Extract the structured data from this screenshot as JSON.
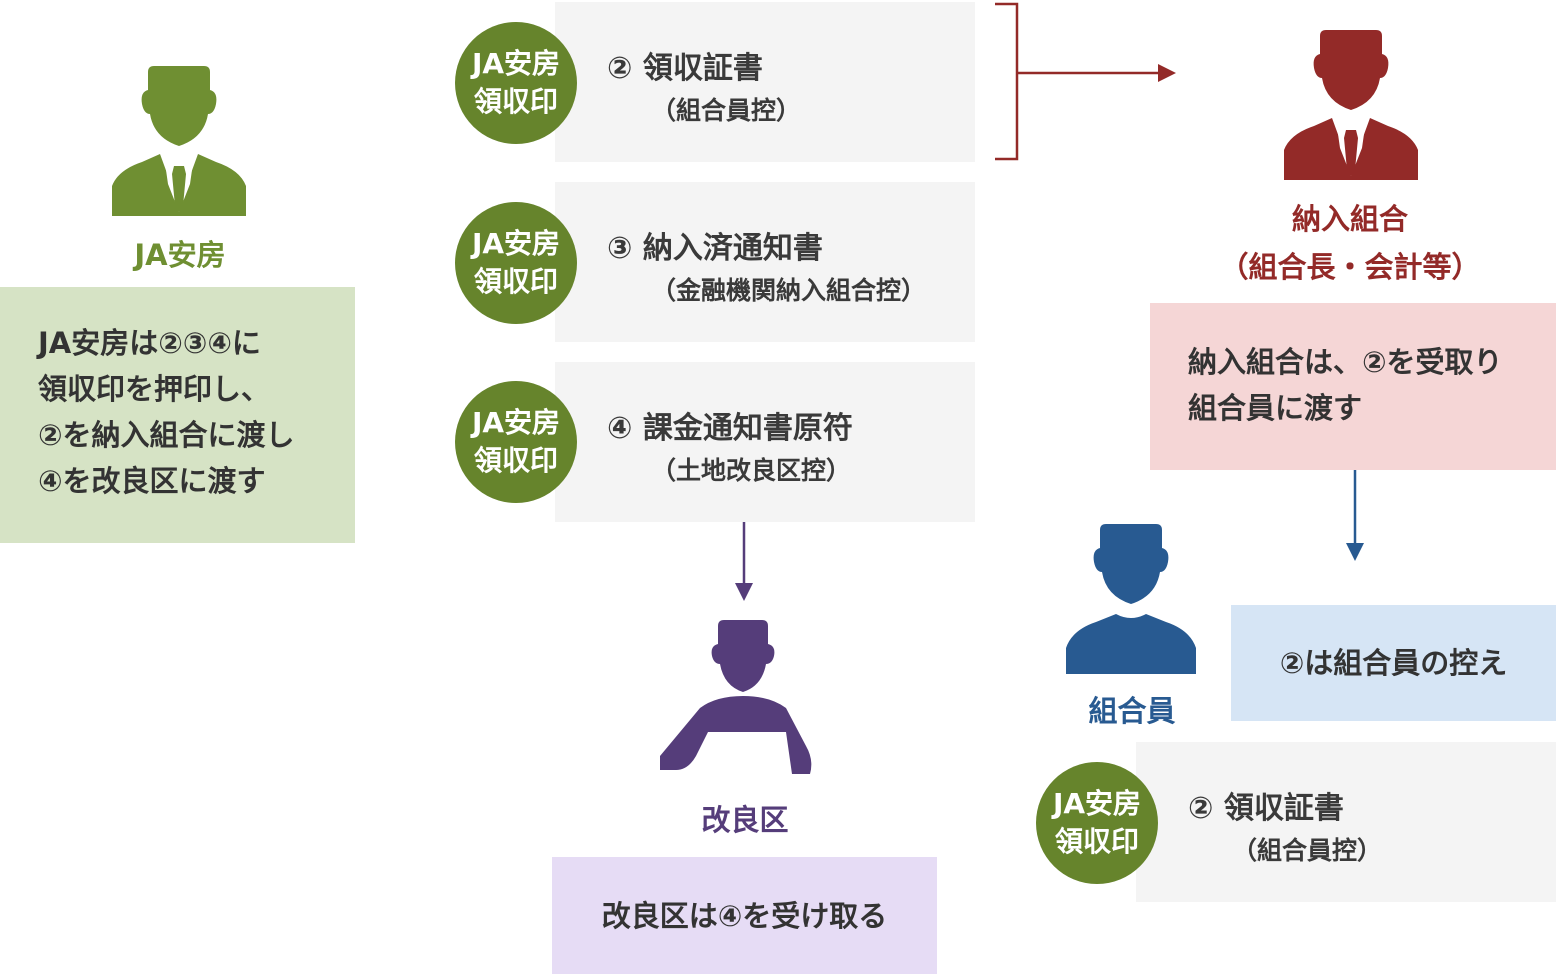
{
  "colors": {
    "ja_green": "#6f8f32",
    "stamp_green": "#66842c",
    "union_red": "#932a28",
    "member_blue": "#285a91",
    "district_purple": "#553d7a",
    "note_green_bg": "#d6e3c5",
    "note_red_bg": "#f5d6d6",
    "note_blue_bg": "#d6e5f5",
    "note_purple_bg": "#e6dcf5",
    "doc_bg": "#f4f4f4"
  },
  "actors": {
    "ja": {
      "label": "JA安房",
      "icon": "person-with-tie-icon"
    },
    "union": {
      "label_line1": "納入組合",
      "label_line2": "（組合長・会計等）",
      "icon": "person-with-tie-icon"
    },
    "member": {
      "label": "組合員",
      "icon": "person-icon"
    },
    "district": {
      "label": "改良区",
      "icon": "person-at-desk-icon"
    }
  },
  "notes": {
    "ja": {
      "lines": [
        "JA安房は②③④に",
        "領収印を押印し、",
        "②を納入組合に渡し",
        "④を改良区に渡す"
      ]
    },
    "union": {
      "lines": [
        "納入組合は、②を受取り",
        "組合員に渡す"
      ]
    },
    "member": {
      "text": "②は組合員の控え"
    },
    "district": {
      "text": "改良区は④を受け取る"
    }
  },
  "stamp": {
    "line1": "JA安房",
    "line2": "領収印"
  },
  "documents": [
    {
      "title": "② 領収証書",
      "sub": "（組合員控）"
    },
    {
      "title": "③ 納入済通知書",
      "sub": "（金融機関納入組合控）"
    },
    {
      "title": "④ 課金通知書原符",
      "sub": "（土地改良区控）"
    },
    {
      "title": "② 領収証書",
      "sub": "（組合員控）"
    }
  ]
}
